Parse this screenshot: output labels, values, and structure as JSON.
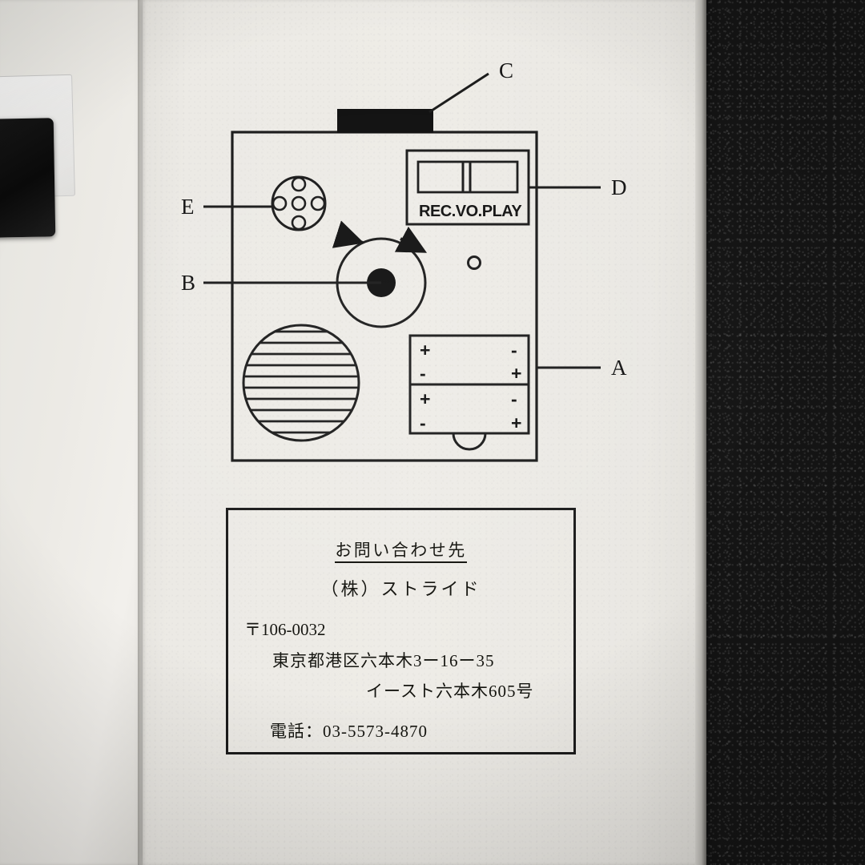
{
  "scene": {
    "description": "Photograph of an open product manual page on a dark speckled surface",
    "background_color": "#141414",
    "paper_color": "#eceae5",
    "ink_color": "#1b1b1b"
  },
  "objects": {
    "clip_object_label": "black-clipped-item"
  },
  "diagram": {
    "title": "device-front-panel-diagram",
    "callouts": [
      {
        "id": "A",
        "label": "A",
        "target": "battery-compartment"
      },
      {
        "id": "B",
        "label": "B",
        "target": "rotary-knob"
      },
      {
        "id": "C",
        "label": "C",
        "target": "top-black-block"
      },
      {
        "id": "D",
        "label": "D",
        "target": "mode-switch"
      },
      {
        "id": "E",
        "label": "E",
        "target": "microphone"
      }
    ],
    "switch": {
      "label": "REC.VO.PLAY",
      "positions": [
        "REC",
        "VO",
        "PLAY"
      ]
    },
    "battery": {
      "rows": [
        {
          "top_left": "+",
          "top_right": "-",
          "bottom_left": "-",
          "bottom_right": "+"
        },
        {
          "top_left": "+",
          "top_right": "-",
          "bottom_left": "-",
          "bottom_right": "+"
        }
      ]
    },
    "microphone": {
      "hole_count": 5
    },
    "speaker": {
      "grille_lines": 10
    },
    "indicator_led": {
      "shape": "small-hollow-circle"
    },
    "knob": {
      "arrows": [
        "counter-clockwise",
        "clockwise"
      ]
    }
  },
  "contact": {
    "heading": "お問い合わせ先",
    "company": "（株）ストライド",
    "postal": "〒106-0032",
    "address_line1": "東京都港区六本木3ー16ー35",
    "address_line2": "イースト六本木605号",
    "phone": "電話：03-5573-4870"
  }
}
